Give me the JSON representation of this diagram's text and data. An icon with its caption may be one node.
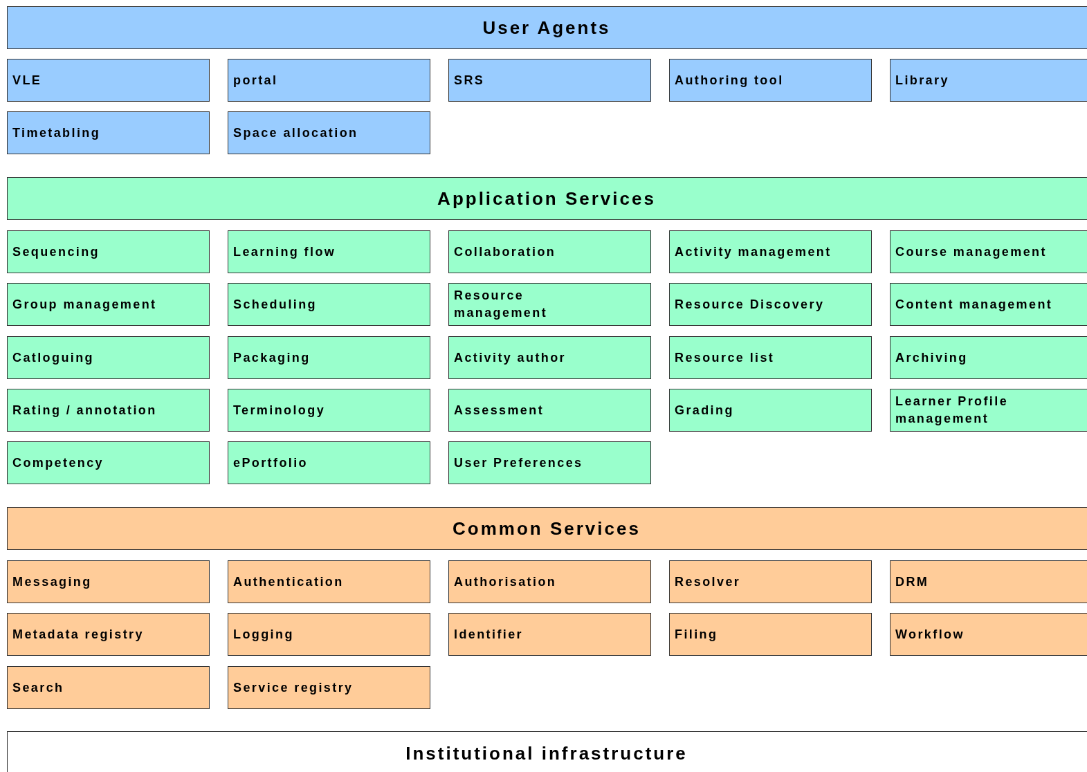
{
  "diagram": {
    "nodes": [
      {
        "text": [
          "User Agents"
        ]
      },
      {
        "text": [
          "VLE"
        ]
      },
      {
        "text": [
          "portal"
        ]
      },
      {
        "text": [
          "SRS"
        ]
      },
      {
        "text": [
          "Authoring tool"
        ]
      },
      {
        "text": [
          "Library"
        ]
      },
      {
        "text": [
          "Timetabling"
        ]
      },
      {
        "text": [
          "Space allocation"
        ]
      },
      {
        "text": [
          "Application Services"
        ]
      },
      {
        "text": [
          "Sequencing"
        ]
      },
      {
        "text": [
          "Learning flow"
        ]
      },
      {
        "text": [
          "Collaboration"
        ]
      },
      {
        "text": [
          "Activity management"
        ]
      },
      {
        "text": [
          "Course management"
        ]
      },
      {
        "text": [
          "Group management"
        ]
      },
      {
        "text": [
          "Scheduling"
        ]
      },
      {
        "text": [
          "Resource management"
        ]
      },
      {
        "text": [
          "Resource Discovery"
        ]
      },
      {
        "text": [
          "Content management"
        ]
      },
      {
        "text": [
          "Catloguing"
        ]
      },
      {
        "text": [
          "Packaging"
        ]
      },
      {
        "text": [
          "Activity author"
        ]
      },
      {
        "text": [
          "Resource list"
        ]
      },
      {
        "text": [
          "Archiving"
        ]
      },
      {
        "text": [
          "Rating / annotation"
        ]
      },
      {
        "text": [
          "Terminology"
        ]
      },
      {
        "text": [
          "Assessment"
        ]
      },
      {
        "text": [
          "Grading"
        ]
      },
      {
        "text": [
          "Learner Profile management"
        ]
      },
      {
        "text": [
          "Competency"
        ]
      },
      {
        "text": [
          "ePortfolio"
        ]
      },
      {
        "text": [
          "User Preferences"
        ]
      },
      {
        "text": [
          "Common Services"
        ]
      },
      {
        "text": [
          "Messaging"
        ]
      },
      {
        "text": [
          "Authentication"
        ]
      },
      {
        "text": [
          "Authorisation"
        ]
      },
      {
        "text": [
          "Resolver"
        ]
      },
      {
        "text": [
          "DRM"
        ]
      },
      {
        "text": [
          "Metadata registry"
        ]
      },
      {
        "text": [
          "Logging"
        ]
      },
      {
        "text": [
          "Identifier"
        ]
      },
      {
        "text": [
          "Filing"
        ]
      },
      {
        "text": [
          "Workflow"
        ]
      },
      {
        "text": [
          "Search"
        ]
      },
      {
        "text": [
          "Service registry"
        ]
      },
      {
        "text": [
          "Institutional infrastructure"
        ]
      }
    ]
  }
}
